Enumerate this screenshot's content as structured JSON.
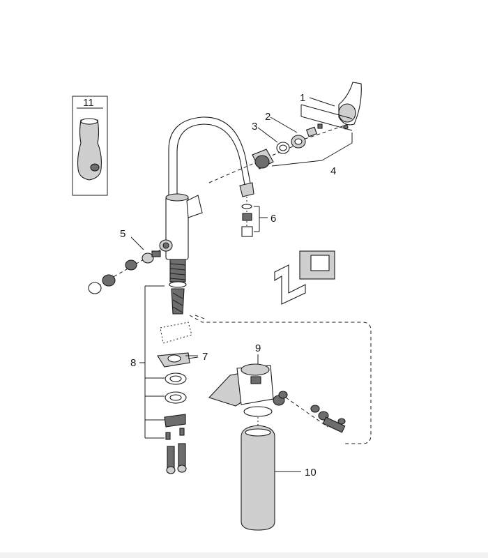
{
  "labels": {
    "p1": "1",
    "p2": "2",
    "p3": "3",
    "p4": "4",
    "p5": "5",
    "p6": "6",
    "p7": "7",
    "p8": "8",
    "p9": "9",
    "p10": "10",
    "p11": "11"
  }
}
